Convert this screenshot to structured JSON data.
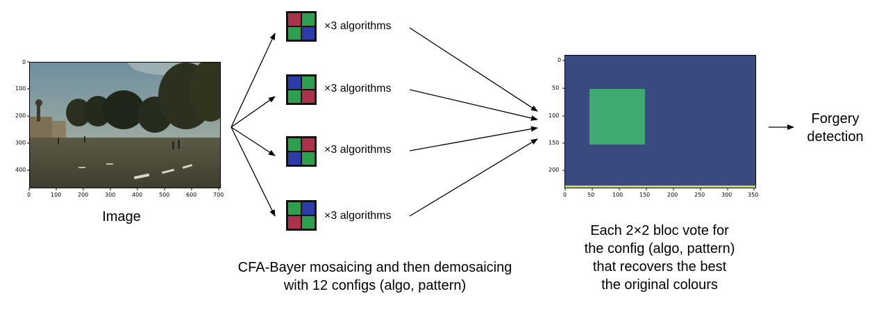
{
  "input_image": {
    "caption": "Image",
    "x_ticks": [
      "0",
      "100",
      "200",
      "300",
      "400",
      "500",
      "600",
      "700"
    ],
    "y_ticks": [
      "0",
      "100",
      "200",
      "300",
      "400"
    ]
  },
  "patterns": [
    {
      "label": "×3 algorithms",
      "cells": [
        "#a8334a",
        "#2e9e4f",
        "#2e9e4f",
        "#2b3ca8"
      ]
    },
    {
      "label": "×3 algorithms",
      "cells": [
        "#2b3ca8",
        "#2e9e4f",
        "#2e9e4f",
        "#a8334a"
      ]
    },
    {
      "label": "×3 algorithms",
      "cells": [
        "#2e9e4f",
        "#a8334a",
        "#2b3ca8",
        "#2e9e4f"
      ]
    },
    {
      "label": "×3 algorithms",
      "cells": [
        "#2e9e4f",
        "#2b3ca8",
        "#a8334a",
        "#2e9e4f"
      ]
    }
  ],
  "mosaic_caption": {
    "line1": "CFA-Bayer mosaicing and then demosaicing",
    "line2": "with 12 configs (algo, pattern)"
  },
  "vote_map": {
    "x_ticks": [
      "0",
      "50",
      "100",
      "150",
      "200",
      "250",
      "300",
      "350"
    ],
    "y_ticks": [
      "0",
      "50",
      "100",
      "150",
      "200"
    ],
    "colors": {
      "background": "#3a4a7e",
      "detected": "#3eaa72",
      "edge": "#c8e04a"
    },
    "caption": {
      "line1": "Each 2×2 bloc vote for",
      "line2": "the config (algo, pattern)",
      "line3": "that recovers the best",
      "line4": "the original colours"
    }
  },
  "output": {
    "line1": "Forgery",
    "line2": "detection"
  }
}
